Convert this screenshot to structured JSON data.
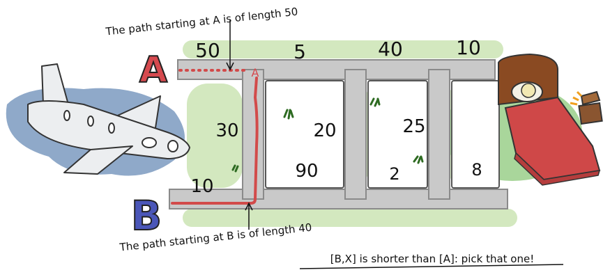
{
  "annotations": {
    "top": "The path starting at A is of length 50",
    "bottom": "The path starting at B is of length 40",
    "conclusion": "[B,X] is shorter than [A]: pick that one!"
  },
  "start_labels": {
    "a": "A",
    "b": "B",
    "a_marker": "A"
  },
  "edge_weights": {
    "top_1": "50",
    "top_2": "5",
    "top_3": "40",
    "top_4": "10",
    "left_vertical": "30",
    "bottom_left": "10",
    "mid_upper": "20",
    "mid_lower": "90",
    "right_upper": "25",
    "right_lower": "2",
    "far_right": "8"
  },
  "colors": {
    "road": "#c9c9c9",
    "road_edge": "#8a8a8a",
    "grass": "#cfe6b8",
    "water": "#8fa9c9",
    "label_a": "#d64a4f",
    "label_b": "#4a56b8",
    "path_red": "#d24a4a",
    "bed_red": "#cf4848",
    "bed_wood": "#8a4a22"
  },
  "icons": [
    "airplane-icon",
    "bed-icon",
    "treasure-chest-icon",
    "grass-tuft-icon"
  ]
}
